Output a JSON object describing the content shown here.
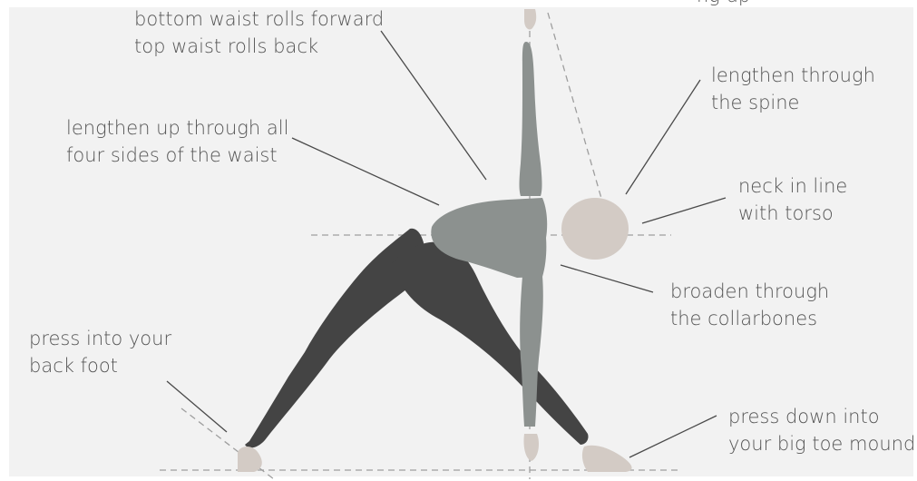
{
  "colors": {
    "background": "#f2f2f2",
    "text": "#555555",
    "leader_line": "#4a4a4a",
    "guide_line": "#9e9e9e",
    "legs": "#444444",
    "torso_arms": "#8c918f",
    "skin": "#d3cbc5"
  },
  "labels": {
    "cropped_top": "ng up",
    "waist_roll": [
      "bottom waist rolls forward",
      "top waist rolls back"
    ],
    "lengthen_waist": [
      "lengthen up through all",
      "four sides of the waist"
    ],
    "lengthen_spine": [
      "lengthen through",
      "the spine"
    ],
    "neck": [
      "neck in line",
      "with torso"
    ],
    "collarbones": [
      "broaden through",
      "the collarbones"
    ],
    "back_foot": [
      "press into your",
      "back foot"
    ],
    "big_toe": [
      "press down into",
      "your big toe mound"
    ]
  }
}
